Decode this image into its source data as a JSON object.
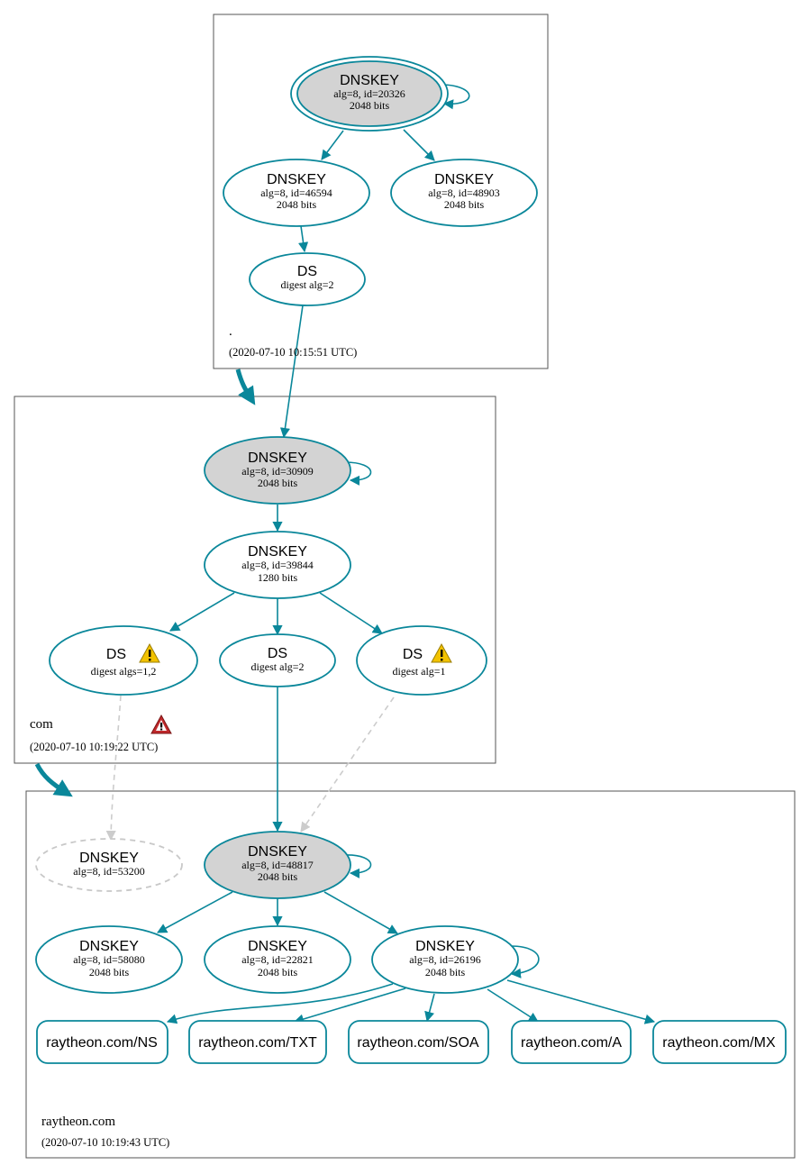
{
  "zones": {
    "root": {
      "name": ".",
      "timestamp": "(2020-07-10 10:15:51 UTC)"
    },
    "com": {
      "name": "com",
      "timestamp": "(2020-07-10 10:19:22 UTC)"
    },
    "raytheon": {
      "name": "raytheon.com",
      "timestamp": "(2020-07-10 10:19:43 UTC)"
    }
  },
  "nodes": {
    "root_ksk": {
      "title": "DNSKEY",
      "line1": "alg=8, id=20326",
      "line2": "2048 bits"
    },
    "root_zsk1": {
      "title": "DNSKEY",
      "line1": "alg=8, id=46594",
      "line2": "2048 bits"
    },
    "root_zsk2": {
      "title": "DNSKEY",
      "line1": "alg=8, id=48903",
      "line2": "2048 bits"
    },
    "root_ds": {
      "title": "DS",
      "line1": "digest alg=2"
    },
    "com_ksk": {
      "title": "DNSKEY",
      "line1": "alg=8, id=30909",
      "line2": "2048 bits"
    },
    "com_zsk": {
      "title": "DNSKEY",
      "line1": "alg=8, id=39844",
      "line2": "1280 bits"
    },
    "com_ds1": {
      "title": "DS",
      "line1": "digest algs=1,2"
    },
    "com_ds2": {
      "title": "DS",
      "line1": "digest alg=2"
    },
    "com_ds3": {
      "title": "DS",
      "line1": "digest alg=1"
    },
    "ray_missing": {
      "title": "DNSKEY",
      "line1": "alg=8, id=53200"
    },
    "ray_ksk": {
      "title": "DNSKEY",
      "line1": "alg=8, id=48817",
      "line2": "2048 bits"
    },
    "ray_k1": {
      "title": "DNSKEY",
      "line1": "alg=8, id=58080",
      "line2": "2048 bits"
    },
    "ray_k2": {
      "title": "DNSKEY",
      "line1": "alg=8, id=22821",
      "line2": "2048 bits"
    },
    "ray_zsk": {
      "title": "DNSKEY",
      "line1": "alg=8, id=26196",
      "line2": "2048 bits"
    }
  },
  "rrsets": {
    "ns": "raytheon.com/NS",
    "txt": "raytheon.com/TXT",
    "soa": "raytheon.com/SOA",
    "a": "raytheon.com/A",
    "mx": "raytheon.com/MX"
  },
  "colors": {
    "edge": "#0a879a",
    "ksk_fill": "#d3d3d3",
    "dashed_edge": "#cccccc",
    "warning_yellow": "#f2c200",
    "error_red": "#c0292b"
  },
  "icons": {
    "warning": "warning-icon",
    "error": "error-icon"
  }
}
